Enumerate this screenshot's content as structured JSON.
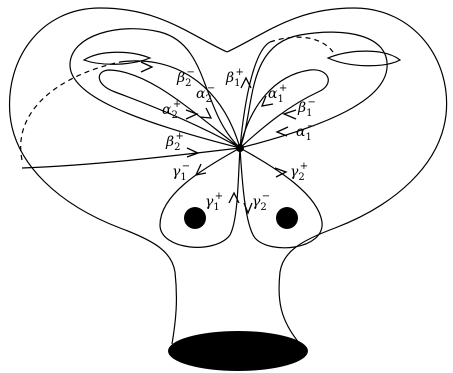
{
  "diagram": {
    "labels": {
      "beta2_minus": {
        "base": "β",
        "sub": "2",
        "sign": "−"
      },
      "beta1_plus": {
        "base": "β",
        "sub": "1",
        "sign": "+"
      },
      "alpha2_minus": {
        "base": "α",
        "sub": "2",
        "sign": "−"
      },
      "alpha1_plus": {
        "base": "α",
        "sub": "1",
        "sign": "+"
      },
      "alpha2_plus": {
        "base": "α",
        "sub": "2",
        "sign": "+"
      },
      "beta1_minus": {
        "base": "β",
        "sub": "1",
        "sign": "−"
      },
      "beta2_plus": {
        "base": "β",
        "sub": "2",
        "sign": "+"
      },
      "alpha1_minus": {
        "base": "α",
        "sub": "1",
        "sign": "−"
      },
      "gamma1_minus": {
        "base": "γ",
        "sub": "1",
        "sign": "−"
      },
      "gamma2_plus": {
        "base": "γ",
        "sub": "2",
        "sign": "+"
      },
      "gamma1_plus": {
        "base": "γ",
        "sub": "1",
        "sign": "+"
      },
      "gamma2_minus": {
        "base": "γ",
        "sub": "2",
        "sign": "−"
      }
    }
  }
}
